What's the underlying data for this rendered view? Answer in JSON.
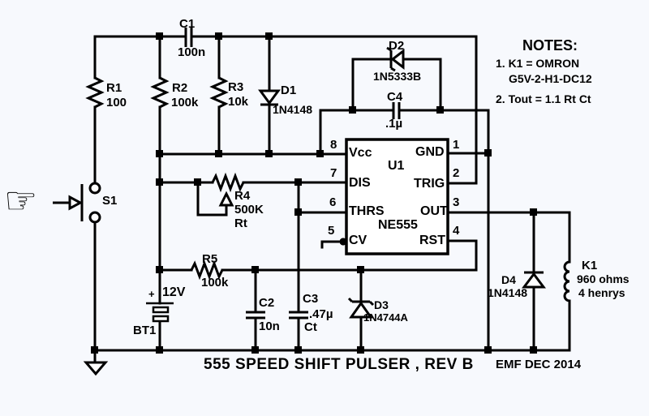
{
  "title": "555 SPEED SHIFT PULSER , REV B",
  "credit": "EMF DEC 2014",
  "notes": {
    "heading": "NOTES:",
    "line1": "1. K1 = OMRON",
    "line2": "G5V-2-H1-DC12",
    "line3": "2. Tout = 1.1 Rt Ct"
  },
  "ic": {
    "refdes": "U1",
    "part": "NE555",
    "left_pins": [
      {
        "num": "8",
        "name": "Vcc"
      },
      {
        "num": "7",
        "name": "DIS"
      },
      {
        "num": "6",
        "name": "THRS"
      },
      {
        "num": "5",
        "name": "CV"
      }
    ],
    "right_pins": [
      {
        "num": "1",
        "name": "GND"
      },
      {
        "num": "2",
        "name": "TRIG"
      },
      {
        "num": "3",
        "name": "OUT"
      },
      {
        "num": "4",
        "name": "RST"
      }
    ]
  },
  "components": {
    "r1": {
      "label": "R1",
      "value": "100"
    },
    "r2": {
      "label": "R2",
      "value": "100k"
    },
    "r3": {
      "label": "R3",
      "value": "10k"
    },
    "r4": {
      "label": "R4",
      "value": "500K",
      "note": "Rt"
    },
    "r5": {
      "label": "R5",
      "value": "100k"
    },
    "c1": {
      "label": "C1",
      "value": "100n"
    },
    "c2": {
      "label": "C2",
      "value": "10n"
    },
    "c3": {
      "label": "C3",
      "value": ".47µ",
      "note": "Ct"
    },
    "c4": {
      "label": "C4",
      "value": ".1µ"
    },
    "d1": {
      "label": "D1",
      "value": "1N4148"
    },
    "d2": {
      "label": "D2",
      "value": "1N5333B"
    },
    "d3": {
      "label": "D3",
      "value": "1N4744A"
    },
    "d4": {
      "label": "D4",
      "value": "1N4148"
    },
    "s1": {
      "label": "S1"
    },
    "bt1": {
      "label": "BT1",
      "value": "12V",
      "polarity": "+"
    },
    "k1": {
      "label": "K1",
      "value1": "960 ohms",
      "value2": "4 henrys"
    }
  },
  "icons": {
    "pointing_hand": "☞"
  },
  "colors": {
    "line": "#000000",
    "background": "#f7f9fd"
  }
}
